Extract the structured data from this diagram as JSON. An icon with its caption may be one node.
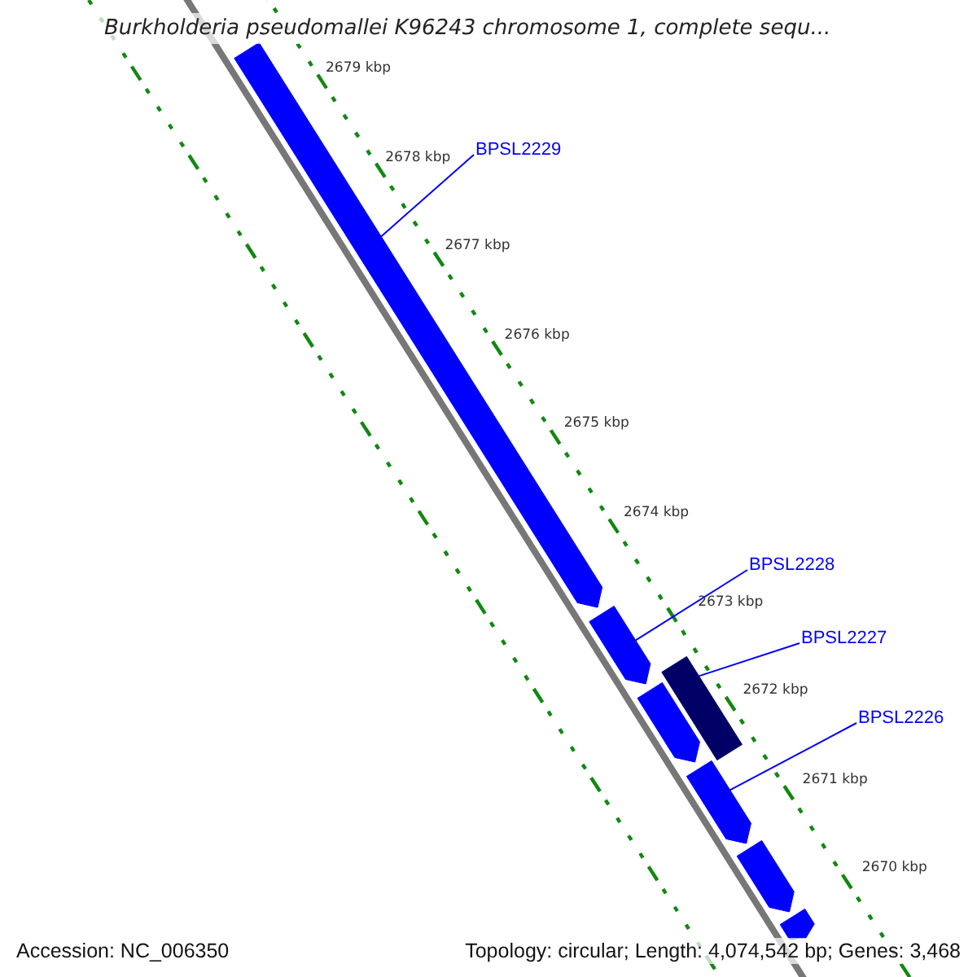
{
  "diagram": {
    "title": "Burkholderia pseudomallei K96243 chromosome 1, complete sequ...",
    "nodes": [
      {
        "text": [],
        "shape": "bar"
      },
      {
        "text": [],
        "shape": "bar"
      },
      {
        "text": [],
        "shape": "bar"
      },
      {
        "text": [],
        "shape": "bar"
      },
      {
        "text": [],
        "shape": "bar"
      },
      {
        "text": [],
        "shape": "bar"
      },
      {
        "text": [],
        "shape": "bar"
      },
      {
        "text": [
          "BPSL2229"
        ]
      },
      {
        "text": [
          "BPSL2228"
        ]
      },
      {
        "text": [
          "BPSL2227"
        ]
      },
      {
        "text": [
          "BPSL2226"
        ]
      }
    ],
    "edges": [
      {
        "from": 7,
        "to": 0,
        "arrow": "none"
      },
      {
        "from": 8,
        "to": 1,
        "arrow": "none"
      },
      {
        "from": 9,
        "to": 2,
        "arrow": "none"
      },
      {
        "from": 10,
        "to": 4,
        "arrow": "none"
      }
    ],
    "labels": [
      "2679 kbp",
      "2678 kbp",
      "2677 kbp",
      "2676 kbp",
      "2675 kbp",
      "2674 kbp",
      "2673 kbp",
      "2672 kbp",
      "2671 kbp",
      "2670 kbp",
      "Accession: NC_006350",
      "Topology: circular; Length: 4,074,542 bp; Genes: 3,468"
    ]
  }
}
